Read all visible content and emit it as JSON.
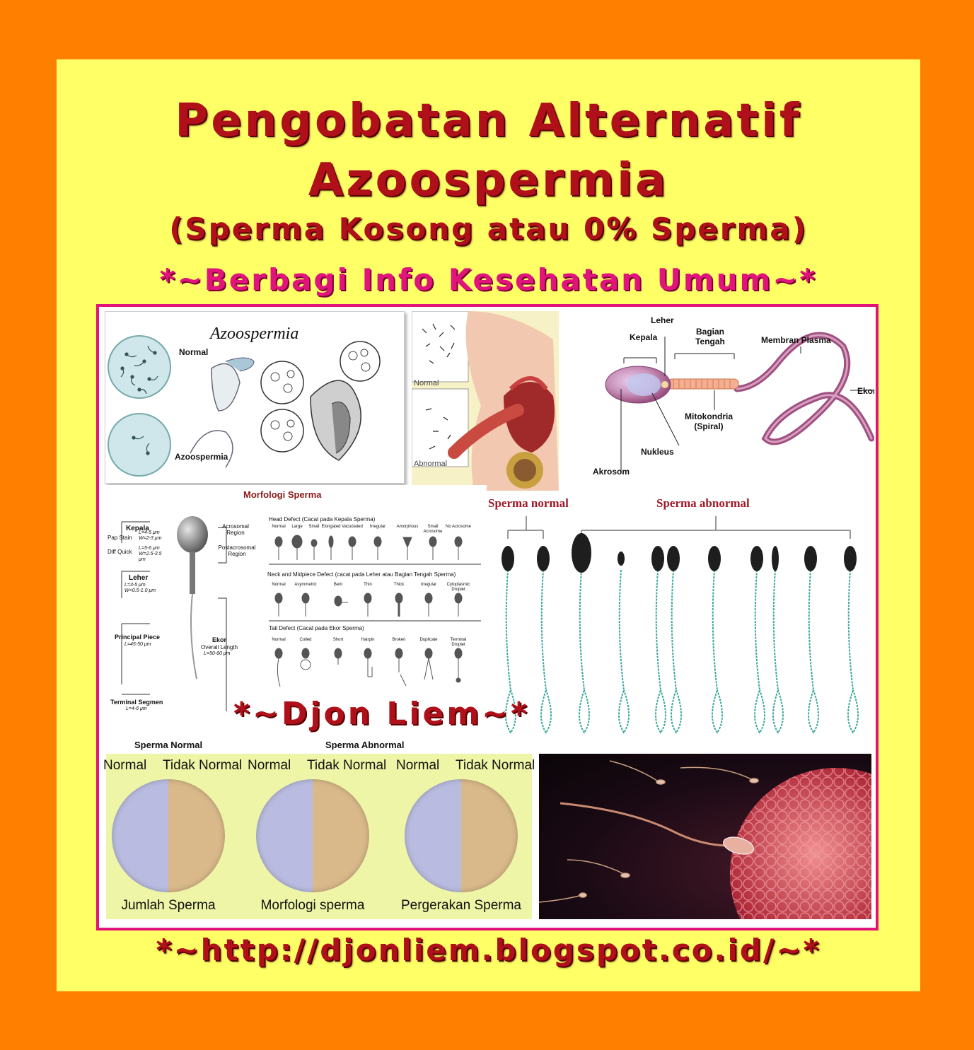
{
  "poster": {
    "title_line1": "Pengobatan Alternatif",
    "title_line2": "Azoospermia",
    "subtitle": "(Sperma Kosong atau 0% Sperma)",
    "tagline": "*~Berbagi Info Kesehatan Umum~*",
    "url": "*~http://djonliem.blogspot.co.id/~*",
    "watermark": "*~Djon Liem~*"
  },
  "colors": {
    "outer": "#ff8000",
    "poster_bg": "#ffff66",
    "title_red": "#b0101a",
    "tagline_pink": "#e0147a"
  },
  "azoo": {
    "title": "Azoospermia",
    "normal": "Normal",
    "azoospermia": "Azoospermia"
  },
  "scrotum": {
    "normal": "Normal",
    "abnormal": "Abnormal"
  },
  "anatomy": {
    "leher": "Leher",
    "kepala": "Kepala",
    "bagian_tengah": "Bagian Tengah",
    "membran": "Membran Plasma",
    "ekor": "Ekor",
    "mitokondria": "Mitokondria (Spiral)",
    "nukleus": "Nukleus",
    "akrosom": "Akrosom"
  },
  "morfologi": {
    "title": "Morfologi Sperma",
    "kepala": "Kepala",
    "pap_stain": "Pap Stain",
    "pap_dims": "L=4-5 μm W=2-3 μm",
    "diff_quick": "Diff Quick",
    "diff_dims": "L=5-6 μm W=2.5-3.5 μm",
    "acrosomal": "Acrosomal Region",
    "postacrosomal": "Postacrosomal Region",
    "leher": "Leher",
    "leher_dims": "L=3-5 μm W<0.5-1.0 μm",
    "principal": "Principal Piece",
    "principal_dims": "L=45-50 μm",
    "ekor": "Ekor",
    "overall": "Overall Length",
    "overall_dims": "L=50-60 μm",
    "terminal": "Terminal Segmen",
    "terminal_dims": "L=4-6 μm",
    "head_defect": "Head Defect (Cacat pada Kepala Sperma)",
    "head_items": [
      "Normal",
      "Large",
      "Small",
      "Elongated",
      "Vacuolated",
      "Irregular",
      "Amorphous",
      "Small Acrosome",
      "No Acrosome"
    ],
    "neck_defect": "Neck and Midpiece Defect (cacat pada Leher atau Bagian Tengah Sperma)",
    "neck_items": [
      "Normal",
      "Asymmetric",
      "Bent",
      "Thin",
      "Thick",
      "Irregular",
      "Cytoplasmic Droplet"
    ],
    "tail_defect": "Tail Defect (Cacat pada Ekor Sperma)",
    "tail_items": [
      "Normal",
      "Coiled",
      "Short",
      "Hairpin",
      "Broken",
      "Duplicate",
      "Terminal Droplet"
    ]
  },
  "comparison": {
    "normal_label": "Sperma normal",
    "abnormal_label": "Sperma abnormal"
  },
  "bottom": {
    "h_normal": "Sperma Normal",
    "h_abnormal": "Sperma Abnormal",
    "circles": [
      {
        "left": "Normal",
        "right": "Tidak Normal",
        "caption": "Jumlah Sperma"
      },
      {
        "left": "Normal",
        "right": "Tidak Normal",
        "caption": "Morfologi sperma"
      },
      {
        "left": "Normal",
        "right": "Tidak Normal",
        "caption": "Pergerakan Sperma"
      }
    ]
  }
}
